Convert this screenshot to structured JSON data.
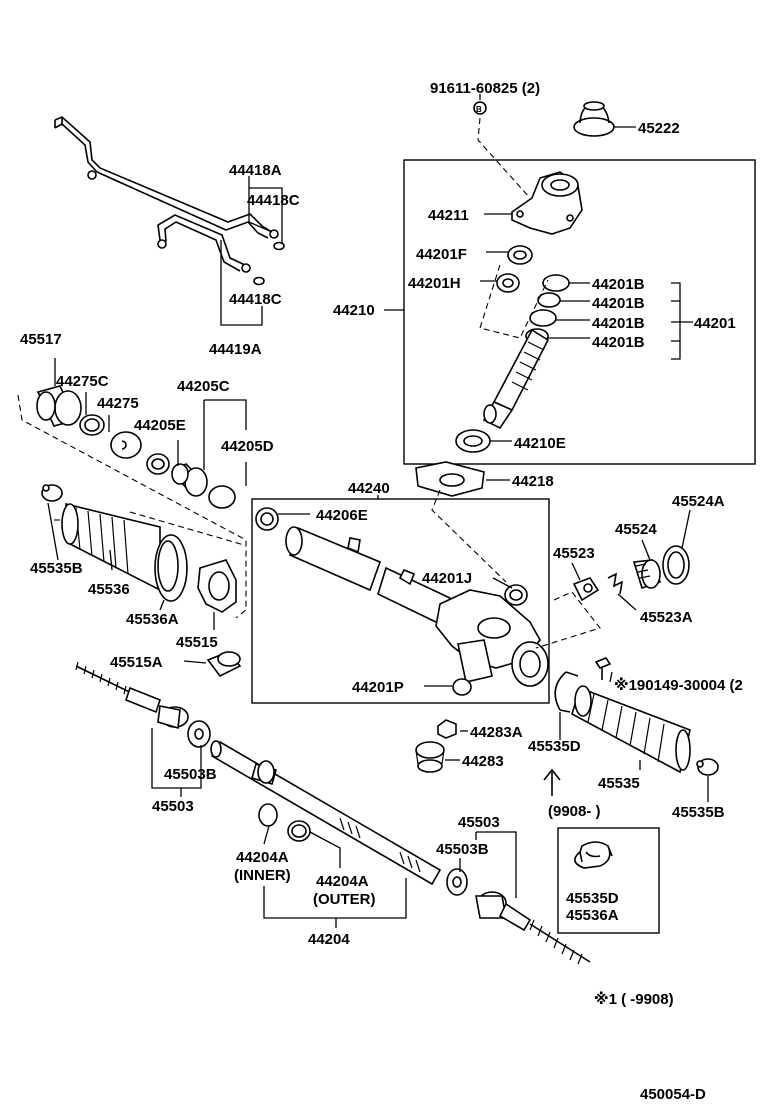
{
  "labels": {
    "p91611": "91611-60825 (2)",
    "p45222": "45222",
    "p44418A": "44418A",
    "p44418C_top": "44418C",
    "p44418C_bot": "44418C",
    "p44419A": "44419A",
    "p44211": "44211",
    "p44201F": "44201F",
    "p44201H": "44201H",
    "p44201B_1": "44201B",
    "p44201B_2": "44201B",
    "p44201B_3": "44201B",
    "p44201B_4": "44201B",
    "p44201": "44201",
    "p44210": "44210",
    "p44210E": "44210E",
    "p45517": "45517",
    "p44275C": "44275C",
    "p44275": "44275",
    "p44205C": "44205C",
    "p44205E": "44205E",
    "p44205D": "44205D",
    "p44218": "44218",
    "p44240": "44240",
    "p44206E": "44206E",
    "p45524A": "45524A",
    "p45524": "45524",
    "p45523": "45523",
    "p45523A": "45523A",
    "p44201J": "44201J",
    "p45535B_left": "45535B",
    "p45536": "45536",
    "p45536A": "45536A",
    "p45515": "45515",
    "p45515A": "45515A",
    "p190149": "※190149-30004 (2",
    "p44201P": "44201P",
    "p44283A": "44283A",
    "p44283": "44283",
    "p45535D": "45535D",
    "p45535": "45535",
    "p45535B_right": "45535B",
    "p45503B_left": "45503B",
    "p45503_left": "45503",
    "p9908": "(9908-        )",
    "p45503_right": "45503",
    "p45503B_right": "45503B",
    "p44204A_inner": "44204A",
    "inner": "(INNER)",
    "p44204A_outer": "44204A",
    "outer": "(OUTER)",
    "p44204": "44204",
    "inset_45535D": "45535D",
    "inset_45536A": "45536A",
    "footnote": "※1 (        -9908)",
    "diagram_id": "450054-D"
  }
}
